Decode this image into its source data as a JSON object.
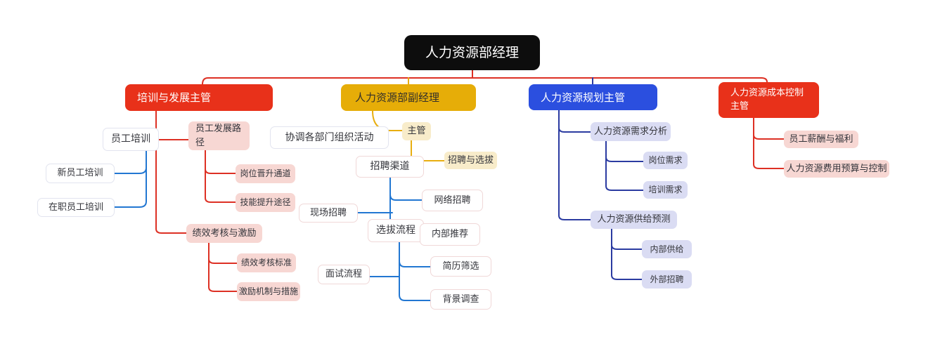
{
  "mindmap": {
    "label": "人力资源部经理",
    "children": [
      {
        "label": "培训与发展主管",
        "children": [
          {
            "label": "员工培训",
            "children": [
              {
                "label": "新员工培训"
              },
              {
                "label": "在职员工培训"
              }
            ]
          },
          {
            "label": "员工发展路径",
            "children": [
              {
                "label": "岗位晋升通道"
              },
              {
                "label": "技能提升途径"
              }
            ]
          },
          {
            "label": "绩效考核与激励",
            "children": [
              {
                "label": "绩效考核标准"
              },
              {
                "label": "激励机制与措施"
              }
            ]
          }
        ]
      },
      {
        "label": "人力资源部副经理",
        "children": [
          {
            "label": "主管",
            "children": [
              {
                "label": "协调各部门组织活动"
              },
              {
                "label": "招聘与选拔",
                "children": [
                  {
                    "label": "招聘渠道",
                    "children": [
                      {
                        "label": "网络招聘"
                      },
                      {
                        "label": "现场招聘"
                      },
                      {
                        "label": "内部推荐"
                      }
                    ]
                  },
                  {
                    "label": "选拔流程",
                    "children": [
                      {
                        "label": "简历筛选"
                      },
                      {
                        "label": "面试流程"
                      },
                      {
                        "label": "背景调查"
                      }
                    ]
                  }
                ]
              }
            ]
          }
        ]
      },
      {
        "label": "人力资源规划主管",
        "children": [
          {
            "label": "人力资源需求分析",
            "children": [
              {
                "label": "岗位需求"
              },
              {
                "label": "培训需求"
              }
            ]
          },
          {
            "label": "人力资源供给预测",
            "children": [
              {
                "label": "内部供给"
              },
              {
                "label": "外部招聘"
              }
            ]
          }
        ]
      },
      {
        "label": "人力资源成本控制主管",
        "children": [
          {
            "label": "员工薪酬与福利"
          },
          {
            "label": "人力资源费用预算与控制"
          }
        ]
      }
    ]
  },
  "colors": {
    "root_bg": "#0d0d0d",
    "branch_red": "#e8311a",
    "branch_gold": "#e6ad08",
    "branch_blue": "#2b4fdf",
    "child_pink": "#f7d7d3",
    "child_lavender": "#dadcf3",
    "child_cream": "#f8ecca",
    "line_red": "#dd3024",
    "line_gold": "#e8ae10",
    "line_navy": "#2b3ba1",
    "line_blue": "#2277d2"
  }
}
